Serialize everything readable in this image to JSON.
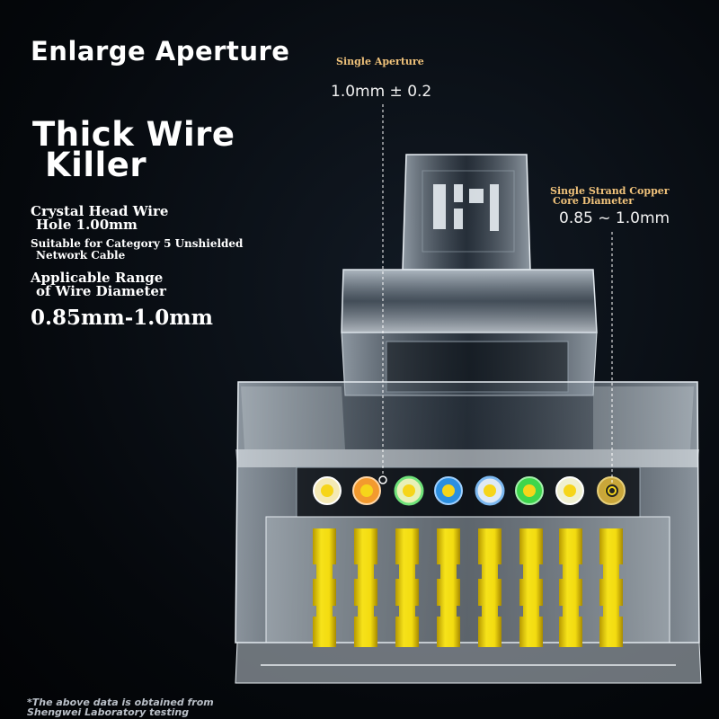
{
  "title": "Enlarge Aperture",
  "headline": {
    "line1": "Thick Wire",
    "line2": "Killer"
  },
  "specs": {
    "hole": {
      "line1": "Crystal Head Wire",
      "line2": "Hole 1.00mm"
    },
    "category": {
      "line1": "Suitable for Category 5 Unshielded",
      "line2": "Network Cable"
    },
    "range_label": {
      "line1": "Applicable Range",
      "line2": "of Wire Diameter"
    },
    "range_value": "0.85mm-1.0mm"
  },
  "callouts": {
    "aperture": {
      "label": "Single Aperture",
      "value": "1.0mm ± 0.2"
    },
    "copper": {
      "label_line1": "Single Strand Copper",
      "label_line2": "Core Diameter",
      "value": "0.85 ~ 1.0mm"
    }
  },
  "footnote": {
    "line1": "*The above data is obtained from",
    "line2": "Shengwei Laboratory testing"
  },
  "colors": {
    "contact_gold": "#f3dc10",
    "label_gold": "#f1c37b",
    "wire_colors": [
      "#f4e9b5",
      "#f39a2e",
      "#e8f0b8",
      "#2c8fe0",
      "#dfe9f5",
      "#3ed64c",
      "#f0f0d0",
      "#c9a63a"
    ]
  },
  "icons": [
    "rj45-connector-illustration"
  ]
}
